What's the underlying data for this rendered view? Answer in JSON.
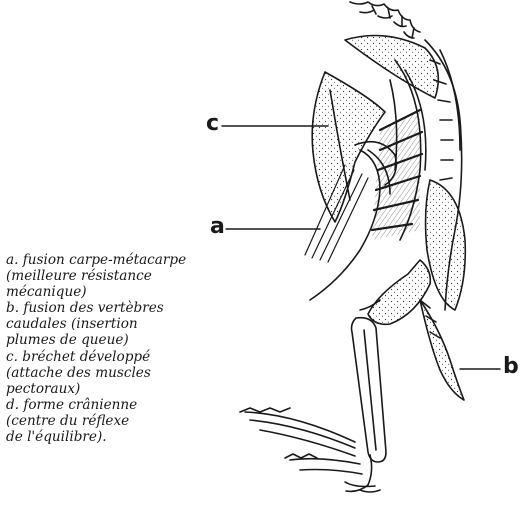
{
  "callouts": {
    "a": "a",
    "b": "b",
    "c": "c"
  },
  "legend": {
    "lines": [
      "a. fusion carpe-métacarpe",
      "(meilleure résistance",
      "mécanique)",
      "b. fusion des vertèbres",
      "caudales (insertion",
      "plumes de queue)",
      "c. bréchet développé",
      "(attache des muscles",
      "pectoraux)",
      "d. forme crânienne",
      "(centre du réflexe",
      "de l'équilibre)."
    ]
  },
  "colors": {
    "ink": "#1a1a1a",
    "background": "#ffffff"
  }
}
